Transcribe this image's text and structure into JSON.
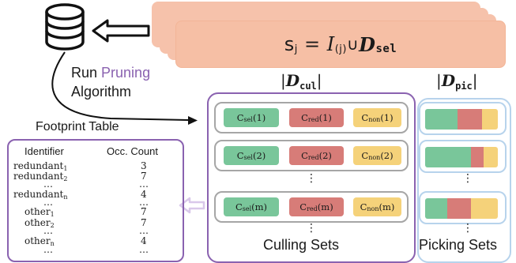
{
  "formula": {
    "lhs": "s",
    "lhs_sub": "j",
    "eq": " = ",
    "I": "I",
    "I_sub": "(j)",
    "union": "∪",
    "D": "D",
    "D_sub": "sel"
  },
  "run_label": {
    "line1_prefix": "Run ",
    "line1_accent": "Pruning",
    "line2": "Algorithm"
  },
  "cul_header": {
    "bar": "|",
    "D": "D",
    "sub": "cul"
  },
  "pic_header": {
    "bar": "|",
    "D": "D",
    "sub": "pic"
  },
  "culling_rows": [
    {
      "sel_c": "C",
      "sel_sub": "sel",
      "sel_idx": "(1)",
      "red_c": "C",
      "red_sub": "red",
      "red_idx": "(1)",
      "non_c": "C",
      "non_sub": "non",
      "non_idx": "(1)"
    },
    {
      "sel_c": "C",
      "sel_sub": "sel",
      "sel_idx": "(2)",
      "red_c": "C",
      "red_sub": "red",
      "red_idx": "(2)",
      "non_c": "C",
      "non_sub": "non",
      "non_idx": "(2)"
    },
    {
      "sel_c": "C",
      "sel_sub": "sel",
      "sel_idx": "(m)",
      "red_c": "C",
      "red_sub": "red",
      "red_idx": "(m)",
      "non_c": "C",
      "non_sub": "non",
      "non_idx": "(m)"
    }
  ],
  "culling_label": "Culling Sets",
  "picking_label": "Picking Sets",
  "footprint": {
    "title": "Footprint Table",
    "col_identifier": "Identifier",
    "col_count": "Occ. Count",
    "rows": [
      {
        "name": "redundant",
        "sub": "1",
        "count": "3"
      },
      {
        "name": "redundant",
        "sub": "2",
        "count": "7"
      },
      {
        "name": "redundant",
        "sub": "n",
        "count": "4"
      },
      {
        "name": "other",
        "sub": "1",
        "count": "7"
      },
      {
        "name": "other",
        "sub": "2",
        "count": "7"
      },
      {
        "name": "other",
        "sub": "n",
        "count": "4"
      }
    ]
  },
  "colors": {
    "selected": "#79c69a",
    "redundant": "#d77c78",
    "non_selected": "#f5d27a",
    "accent_purple": "#8a62b0",
    "card_salmon": "#f6bfa5",
    "picking_blue": "#b7d3ec"
  }
}
